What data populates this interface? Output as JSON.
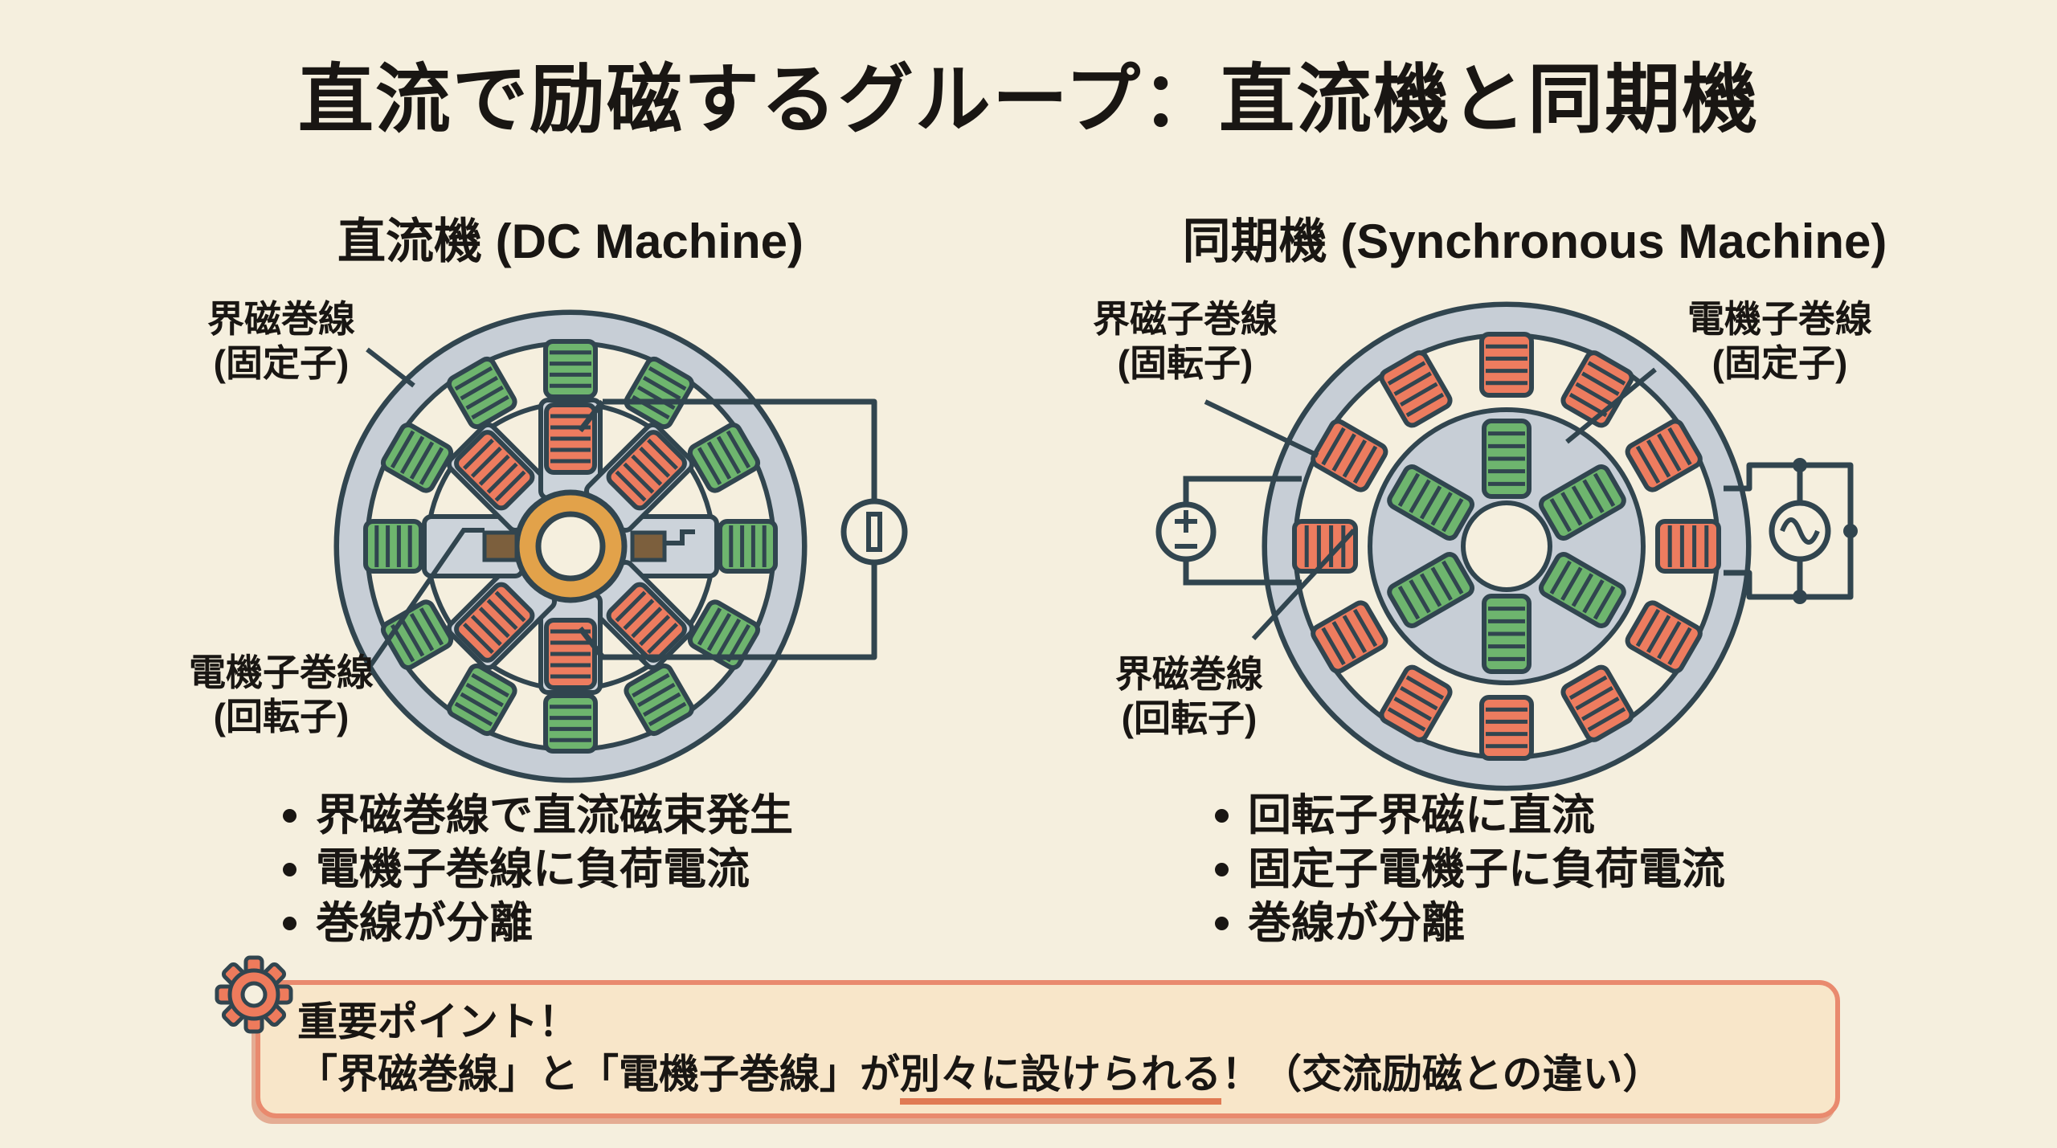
{
  "title": "直流で励磁するグループ：直流機と同期機",
  "left_machine": {
    "heading": "直流機 (DC Machine)",
    "labels": {
      "field": {
        "line1": "界磁巻線",
        "line2": "(固定子)"
      },
      "armature": {
        "line1": "電機子巻線",
        "line2": "(回転子)"
      }
    },
    "bullets": [
      "界磁巻線で直流磁束発生",
      "電機子巻線に負荷電流",
      "巻線が分離"
    ]
  },
  "right_machine": {
    "heading": "同期機 (Synchronous Machine)",
    "labels": {
      "field_top": {
        "line1": "界磁子巻線",
        "line2": "(固転子)"
      },
      "armature": {
        "line1": "電機子巻線",
        "line2": "(固定子)"
      },
      "field_bottom": {
        "line1": "界磁巻線",
        "line2": "(回転子)"
      }
    },
    "bullets": [
      "回転子界磁に直流",
      "固定子電機子に負荷電流",
      "巻線が分離"
    ]
  },
  "callout": {
    "line1": "重要ポイント！",
    "line2_pre": "「界磁巻線」と「電機子巻線」が",
    "line2_underline": "別々に設けられる",
    "line2_post": "！（交流励磁との違い）"
  },
  "colors": {
    "background": "#f5efde",
    "outline": "#31454f",
    "stator_ring": "#c7ced6",
    "coil_green": "#6eb56e",
    "coil_red": "#ed7c5f",
    "rotor_hub_orange": "#e2a24a",
    "brush_brown": "#7c5f3d",
    "callout_bg": "#f8e6c9",
    "callout_border": "#e98a6e",
    "underline_accent": "#e07a54",
    "gear": "#ee7b5c",
    "text": "#191613"
  }
}
